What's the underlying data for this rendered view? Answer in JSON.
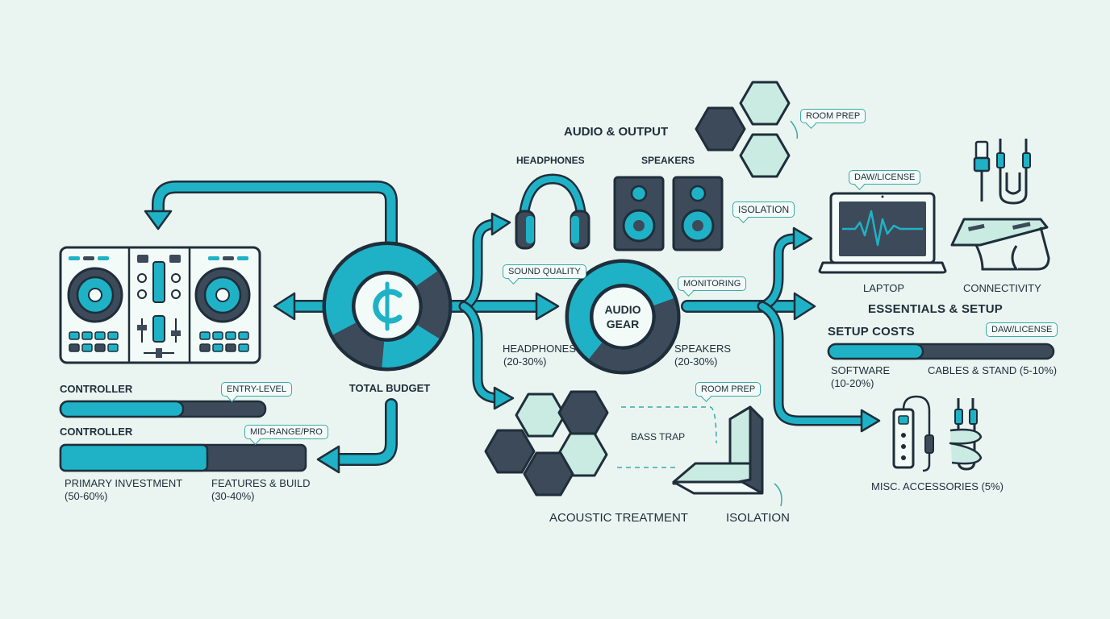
{
  "colors": {
    "accent": "#1fb2c6",
    "dark": "#3d4a5a",
    "outline": "#1f2e3a",
    "light": "#c9ebe2",
    "background": "#eaf5f1"
  },
  "center": {
    "title": "TOTAL BUDGET",
    "icon": "cent-icon"
  },
  "controller": {
    "tiers": [
      {
        "title": "CONTROLLER",
        "tag": "ENTRY-LEVEL",
        "fill": 0.6
      },
      {
        "title": "CONTROLLER",
        "tag": "MID-RANGE/PRO",
        "fill": 0.6
      }
    ],
    "left_label": "PRIMARY INVESTMENT",
    "left_sub": "(50-60%)",
    "right_label": "FEATURES & BUILD",
    "right_sub": "(30-40%)"
  },
  "audio": {
    "title": "AUDIO & OUTPUT",
    "headphones": "HEADPHONES",
    "speakers": "SPEAKERS",
    "isolation_tag": "ISOLATION",
    "room_prep_tag": "ROOM PREP",
    "sound_quality_tag": "SOUND QUALITY",
    "monitoring_tag": "MONITORING",
    "gear_line1": "AUDIO",
    "gear_line2": "GEAR",
    "headphones_share": "HEADPHONES",
    "headphones_pct": "(20-30%)",
    "speakers_share": "SPEAKERS",
    "speakers_pct": "(20-30%)"
  },
  "acoustic": {
    "room_prep_tag": "ROOM PREP",
    "bass_trap": "BASS TRAP",
    "title": "ACOUSTIC TREATMENT",
    "isolation": "ISOLATION"
  },
  "essentials": {
    "daw_tag": "DAW/LICENSE",
    "laptop": "LAPTOP",
    "connectivity": "CONNECTIVITY",
    "title": "ESSENTIALS & SETUP",
    "setup_costs": "SETUP COSTS",
    "daw_tag2": "DAW/LICENSE",
    "bar_fill": 0.42,
    "software": "SOFTWARE",
    "software_pct": "(10-20%)",
    "cables": "CABLES & STAND (5-10%)",
    "misc": "MISC. ACCESSORIES (5%)"
  }
}
